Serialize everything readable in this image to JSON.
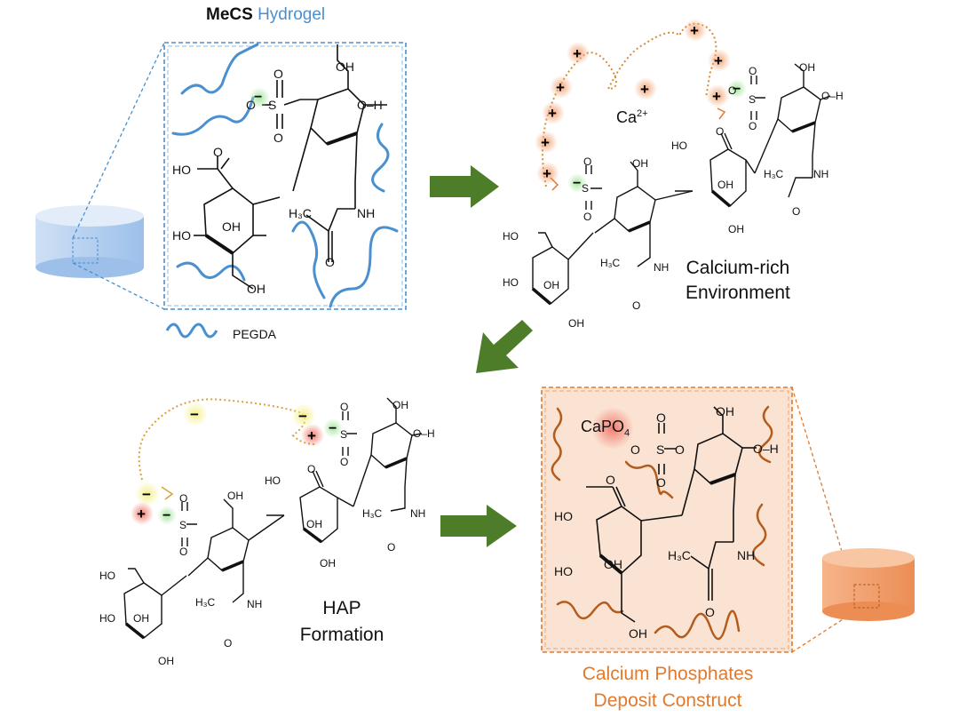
{
  "panel1": {
    "title_bold": "MeCS",
    "title_rest": "Hydrogel",
    "legend_label": "PEGDA"
  },
  "panel2": {
    "ion_label": "Ca",
    "ion_charge": "2+",
    "env_line1": "Calcium-rich",
    "env_line2": "Environment"
  },
  "panel3": {
    "label_line1": "HAP",
    "label_line2": "Formation"
  },
  "panel4": {
    "deposit_text": "CaPO",
    "deposit_sub": "4",
    "caption_line1": "Calcium Phosphates",
    "caption_line2": "Deposit Construct"
  },
  "chem": {
    "oh": "OH",
    "ho": "HO",
    "o_h": "O–H",
    "o": "O",
    "s": "S",
    "nh": "NH",
    "h3c": "H₃C",
    "cooh_ho": "HO",
    "minus": "−",
    "plus": "+"
  },
  "colors": {
    "blue": "#4a8fcf",
    "green_arrow": "#4e7d2a",
    "orange": "#e07a2e",
    "orange_fill": "#fbe3d3",
    "brown_chain": "#b35c1e",
    "yellow_glow": "#f6f08a",
    "red_glow": "#f27b6e",
    "ca_glow": "#f3a77a",
    "neg_glow": "#a8e6a0"
  }
}
